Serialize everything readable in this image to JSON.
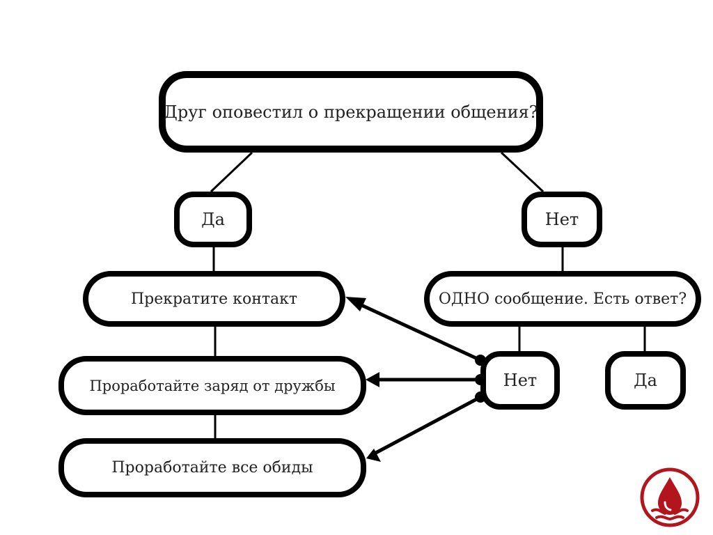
{
  "diagram": {
    "question": "Друг оповестил о прекращении общения?",
    "yes_left": "Да",
    "no_right": "Нет",
    "stop_contact": "Прекратите контакт",
    "work_charge": "Проработайте заряд от дружбы",
    "work_grievances": "Проработайте все обиды",
    "one_message": "ОДНО сообщение. Есть ответ?",
    "no_answer": "Нет",
    "yes_answer": "Да"
  },
  "colors": {
    "stroke": "#000000",
    "text": "#222222",
    "logo": "#b2151c"
  }
}
